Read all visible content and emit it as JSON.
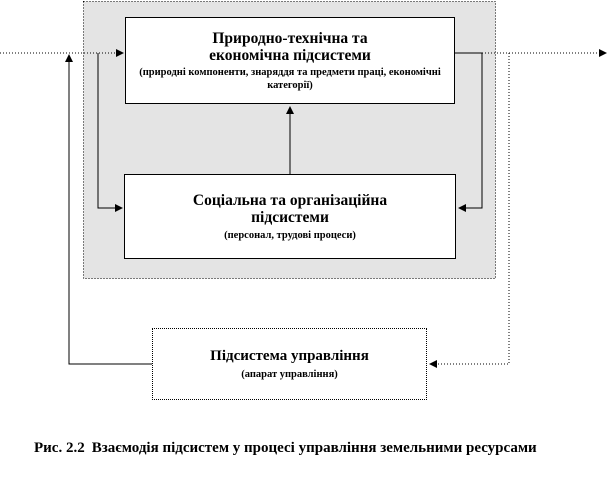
{
  "diagram": {
    "top_box": {
      "title": "Природно-технічна та економічна підсистеми",
      "subtitle": "(природні компоненти, знаряддя та предмети праці, економічні категорії)"
    },
    "middle_box": {
      "title": "Соціальна та організаційна підсистеми",
      "subtitle": "(персонал, трудові процеси)"
    },
    "bottom_box": {
      "title": "Підсистема управління",
      "subtitle": "(апарат управління)"
    },
    "colors": {
      "enclosure_fill": "#e4e4e4",
      "line": "#000000",
      "box_fill": "#ffffff"
    }
  },
  "caption": {
    "number": "Рис. 2.2",
    "text": "Взаємодія підсистем у процесі управління земельними ресурсами"
  }
}
